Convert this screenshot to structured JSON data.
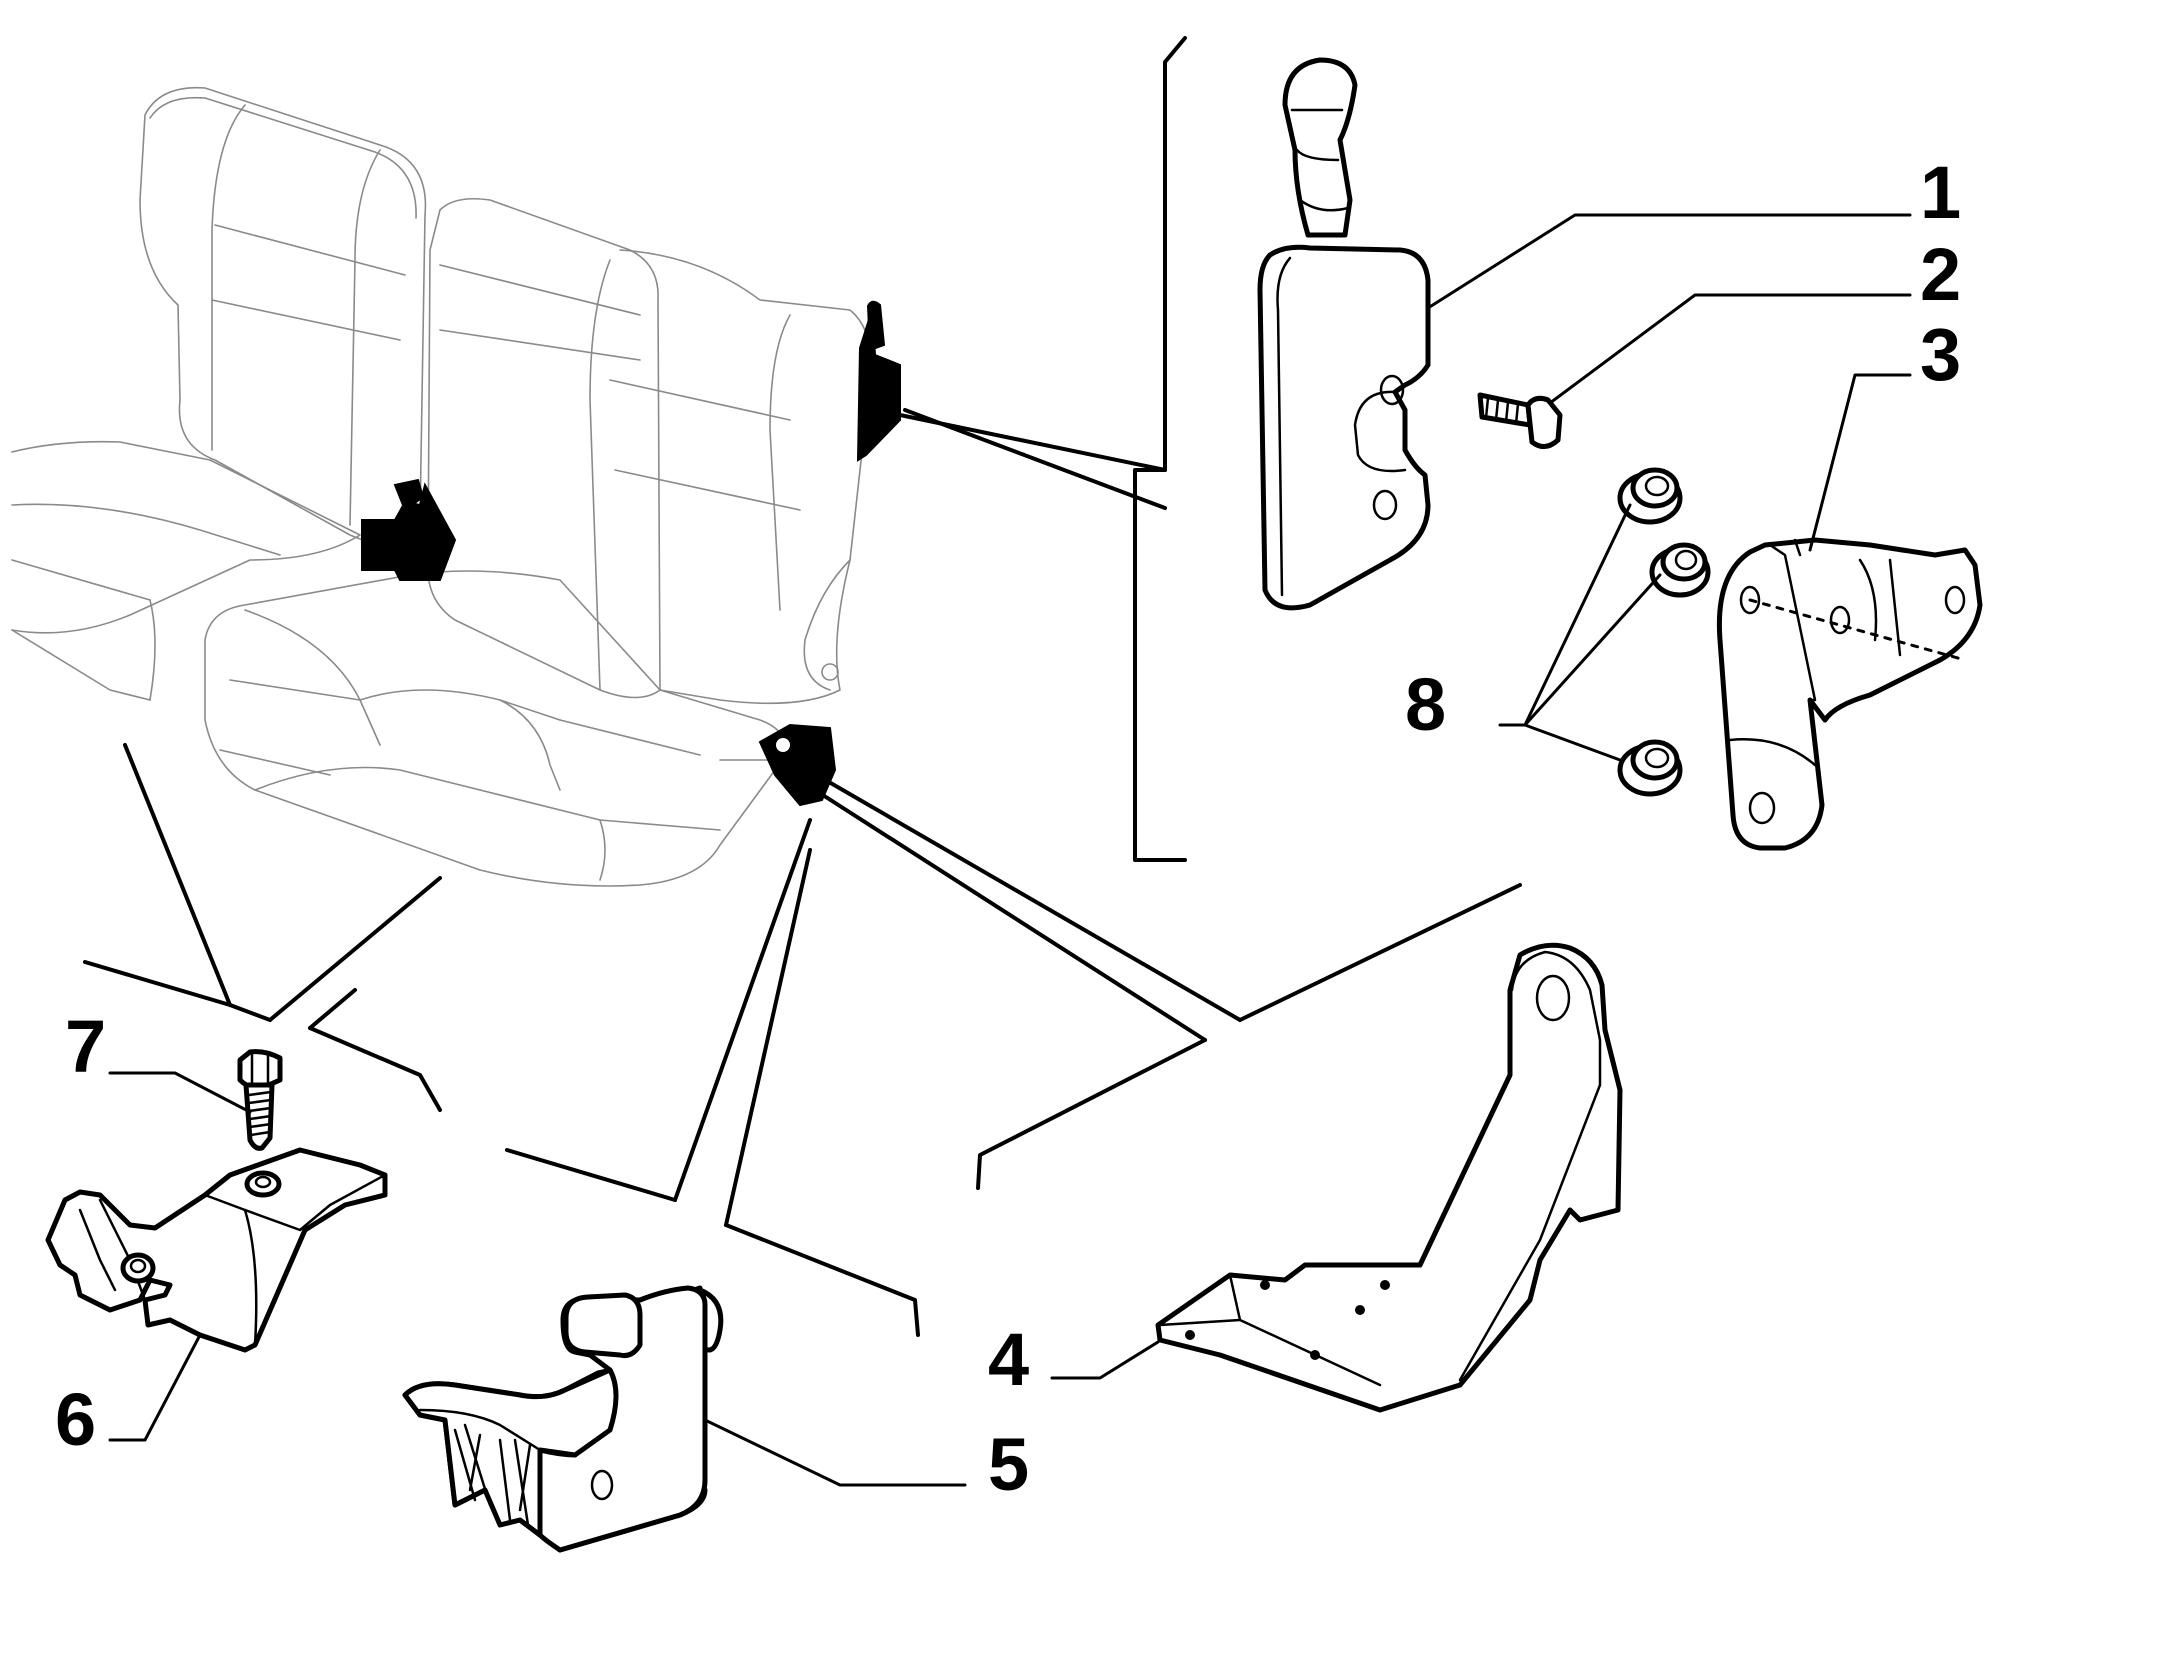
{
  "callouts": [
    {
      "id": "1",
      "label": "1"
    },
    {
      "id": "2",
      "label": "2"
    },
    {
      "id": "3",
      "label": "3"
    },
    {
      "id": "4",
      "label": "4"
    },
    {
      "id": "5",
      "label": "5"
    },
    {
      "id": "6",
      "label": "6"
    },
    {
      "id": "7",
      "label": "7"
    },
    {
      "id": "8",
      "label": "8"
    }
  ],
  "colors": {
    "line": "#000000",
    "seat_outline": "#8a8a8a",
    "background": "#ffffff"
  }
}
